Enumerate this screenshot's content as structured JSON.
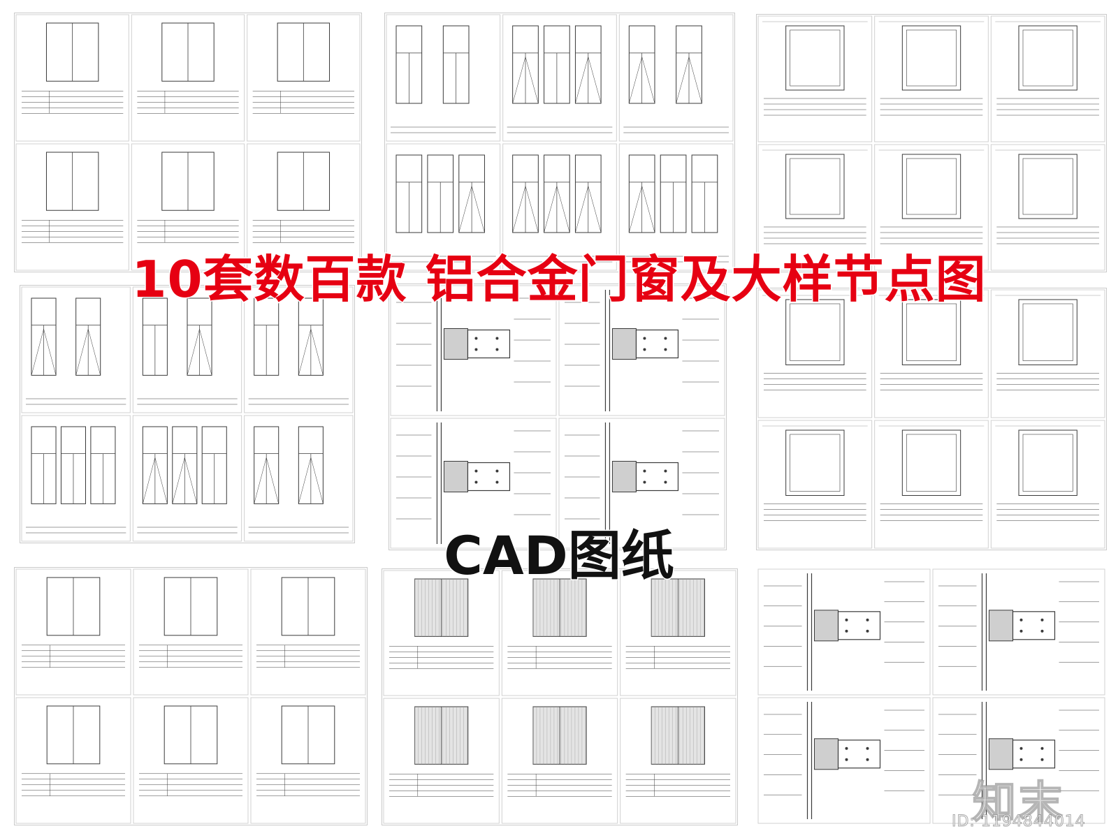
{
  "title_line": "10套数百款 铝合金门窗及大样节点图",
  "subtitle": "CAD图纸",
  "logo_text": "知末",
  "id_text": "ID: 1194844014",
  "colors": {
    "title": "#e60012",
    "subtitle": "#111111",
    "line": "#3a3a3a",
    "hatch": "#9a9a9a"
  },
  "sheets": [
    {
      "name": "sheet-window-schedule-a"
    },
    {
      "name": "sheet-window-schedule-b"
    },
    {
      "name": "sheet-door-detail-a"
    },
    {
      "name": "sheet-window-elevations-a"
    },
    {
      "name": "sheet-curtain-wall-nodes"
    },
    {
      "name": "sheet-door-detail-b"
    },
    {
      "name": "sheet-window-elevations-b"
    },
    {
      "name": "sheet-window-schedule-c"
    },
    {
      "name": "sheet-door-schedule-c"
    },
    {
      "name": "sheet-node-details"
    }
  ]
}
